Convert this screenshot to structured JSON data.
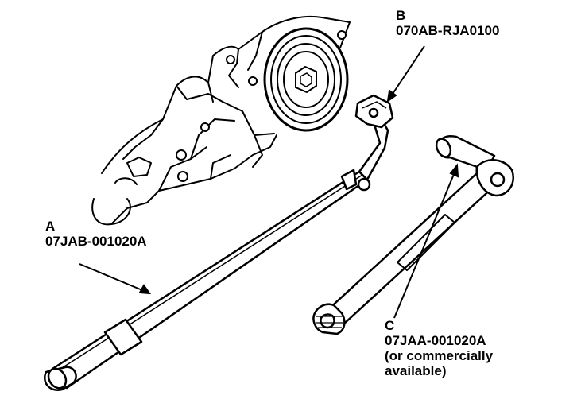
{
  "labels": {
    "a": {
      "letter": "A",
      "part_number": "07JAB-001020A"
    },
    "b": {
      "letter": "B",
      "part_number": "070AB-RJA0100"
    },
    "c": {
      "letter": "C",
      "part_number": "07JAA-001020A",
      "note_line1": "(or commercially",
      "note_line2": "available)"
    }
  },
  "colors": {
    "ink": "#000000",
    "paper": "#ffffff"
  }
}
